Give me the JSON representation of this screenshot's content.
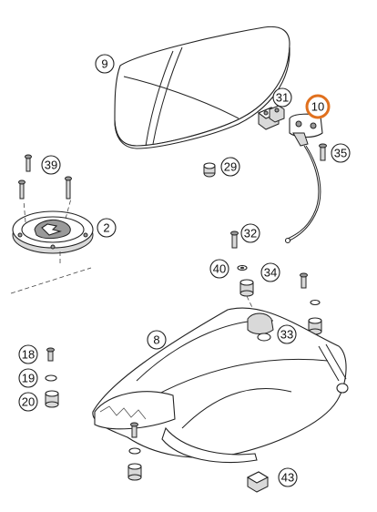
{
  "callouts": {
    "c9": "9",
    "c31": "31",
    "c10": "10",
    "c35": "35",
    "c39": "39",
    "c29": "29",
    "c2": "2",
    "c32": "32",
    "c40": "40",
    "c34": "34",
    "c8": "8",
    "c33": "33",
    "c18": "18",
    "c19": "19",
    "c20": "20",
    "c43": "43"
  },
  "highlight": {
    "callout": "10",
    "color": "#e0701e"
  },
  "colors": {
    "line": "#222222",
    "shade": "#d9d9d9",
    "background": "#ffffff"
  }
}
